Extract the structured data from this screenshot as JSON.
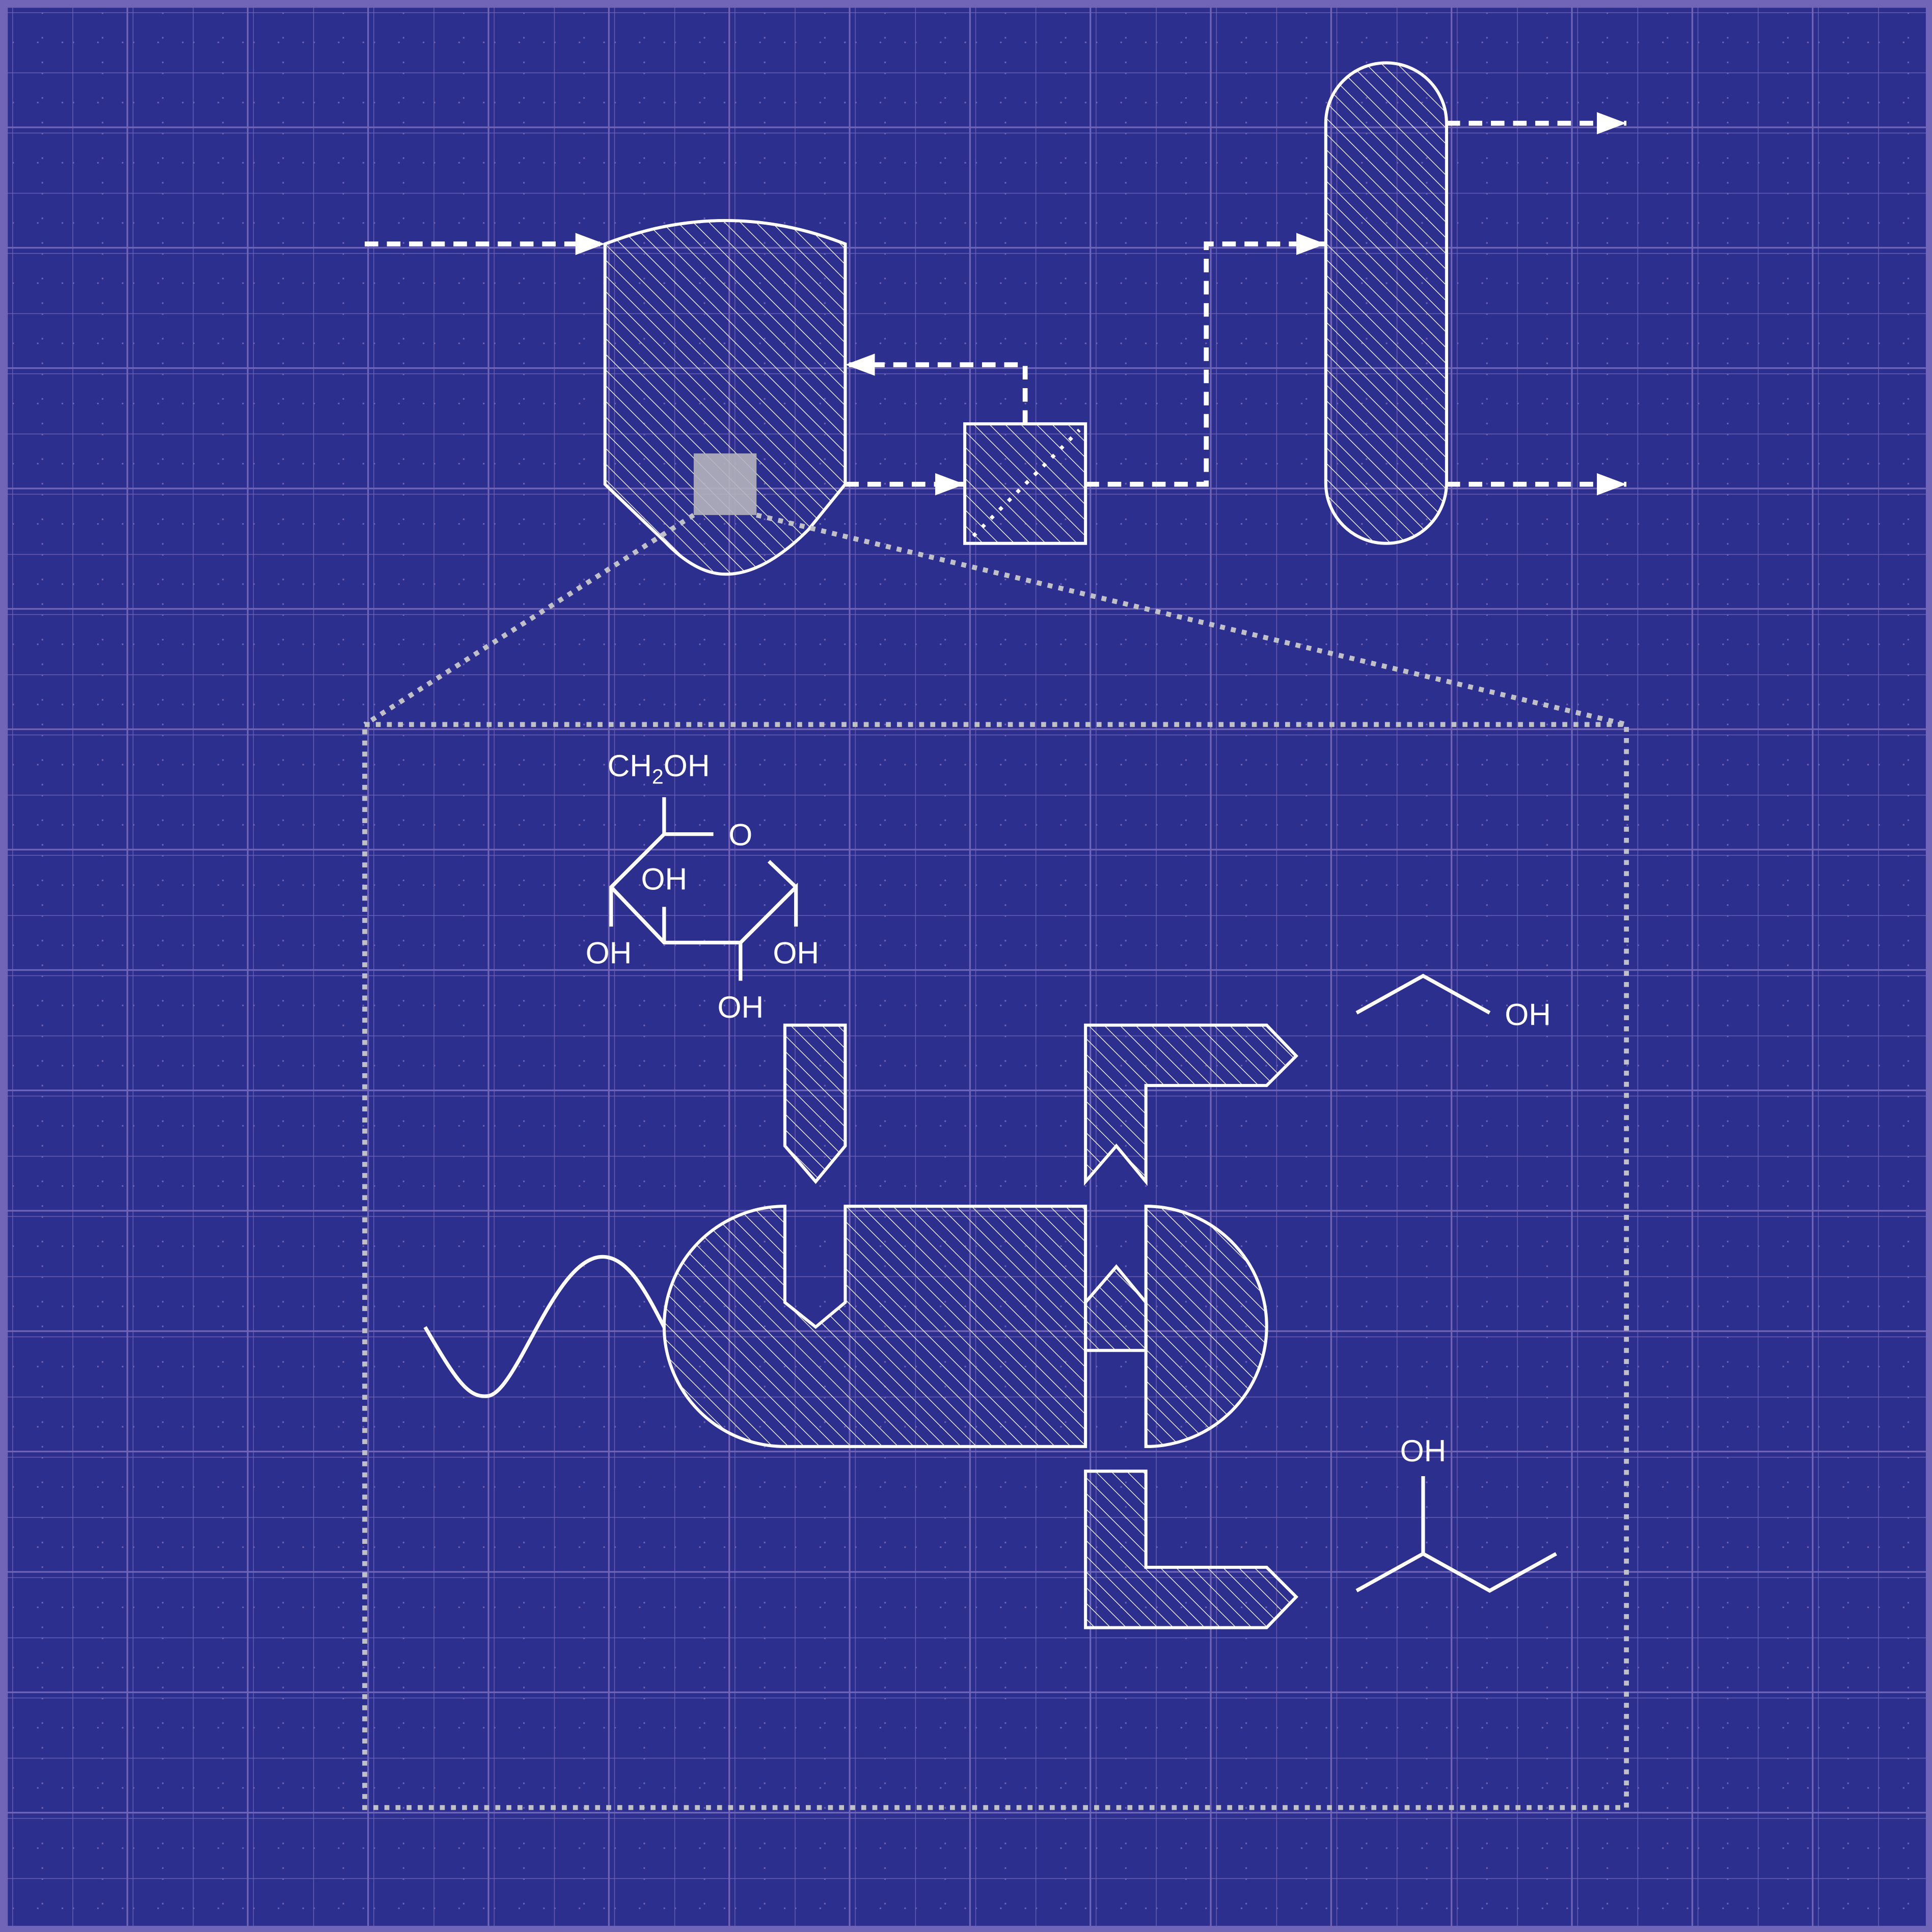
{
  "colors": {
    "background": "#2d2f8f",
    "grid": "#7165b8",
    "line": "#ffffff",
    "zoom_outline": "#c0c0c8",
    "highlight": "#b4b4bc"
  },
  "glucose": {
    "ch2oh": {
      "a": "CH",
      "sub": "2",
      "b": "OH"
    },
    "ring_o": "O",
    "oh_top": "OH",
    "oh_left": "OH",
    "oh_right": "OH",
    "oh_bottom": "OH"
  },
  "ethanol": {
    "oh": "OH"
  },
  "butanol": {
    "oh": "OH"
  }
}
